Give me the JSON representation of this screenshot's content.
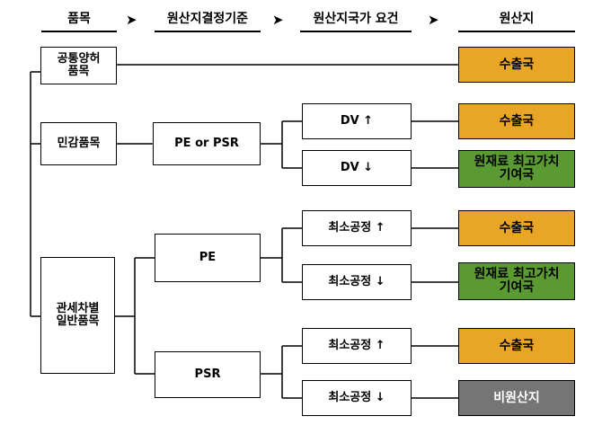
{
  "headers": {
    "item": "품목",
    "criteria": "원산지결정기준",
    "requirement": "원산지국가 요건",
    "origin": "원산지"
  },
  "header_arrow": "➤",
  "items": {
    "common": {
      "line1": "공통양허",
      "line2": "품목"
    },
    "sensitive": "민감품목",
    "general": {
      "line1": "관세차별",
      "line2": "일반품목"
    }
  },
  "criteria": {
    "pe_or_psr": "PE or PSR",
    "pe": "PE",
    "psr": "PSR"
  },
  "requirements": {
    "dv_up": "DV ↑",
    "dv_down": "DV ↓",
    "min_up_1": "최소공정 ↑",
    "min_down_1": "최소공정 ↓",
    "min_up_2": "최소공정 ↑",
    "min_down_2": "최소공정 ↓"
  },
  "results": {
    "r1": "수출국",
    "r2": "수출국",
    "r3": {
      "line1": "원재료 최고가치",
      "line2": "기여국"
    },
    "r4": "수출국",
    "r5": {
      "line1": "원재료 최고가치",
      "line2": "기여국"
    },
    "r6": "수출국",
    "r7": "비원산지"
  },
  "colors": {
    "exporter": "#e9a626",
    "top_value_contributor": "#5b9a33",
    "non_originating": "#757575"
  }
}
